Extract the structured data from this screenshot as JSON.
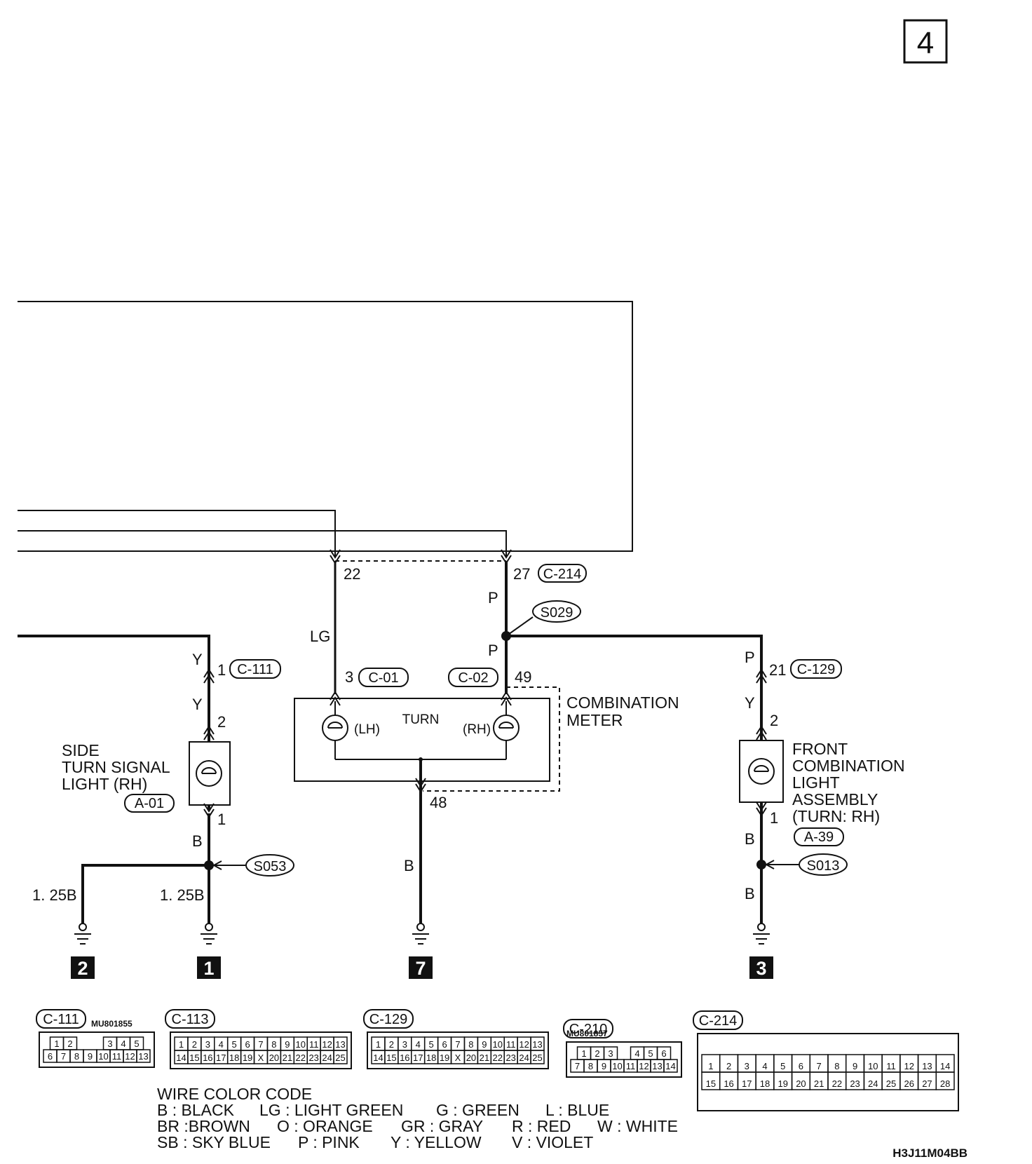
{
  "page_number": "4",
  "doc_code": "H3J11M04BB",
  "components": {
    "combination_meter": {
      "label": [
        "COMBINATION",
        "METER"
      ],
      "turn_label": "TURN",
      "lh": "(LH)",
      "rh": "(RH)"
    },
    "side_turn_signal": {
      "label": [
        "SIDE",
        "TURN SIGNAL",
        "LIGHT (RH)"
      ],
      "connector": "A-01"
    },
    "front_combination": {
      "label": [
        "FRONT",
        "COMBINATION",
        "LIGHT",
        "ASSEMBLY",
        "(TURN: RH)"
      ],
      "connector": "A-39"
    }
  },
  "connectors_inline": {
    "c214": "C-214",
    "c01": "C-01",
    "c02": "C-02",
    "c111": "C-111",
    "c129": "C-129"
  },
  "splices": {
    "s029": "S029",
    "s053": "S053",
    "s013": "S013"
  },
  "pins": {
    "p22": "22",
    "p27": "27",
    "p3": "3",
    "p49": "49",
    "p48": "48",
    "p1a": "1",
    "p2a": "2",
    "p1b": "1",
    "p21": "21",
    "p2c": "2",
    "p1c": "1"
  },
  "wire_colors": {
    "lg": "LG",
    "p_top": "P",
    "p_mid": "P",
    "b_meter": "B",
    "y_top": "Y",
    "y_mid": "Y",
    "b_side": "B",
    "w125_left": "1. 25B",
    "w125_right": "1. 25B",
    "p_front": "P",
    "y_front": "Y",
    "b_front_top": "B",
    "b_front_bottom": "B"
  },
  "grounds": {
    "g2": "2",
    "g1": "1",
    "g7": "7",
    "g3": "3"
  },
  "connector_views": [
    {
      "id": "C-111",
      "part": "MU801855",
      "rows": [
        [
          "1",
          "2",
          "",
          "",
          "3",
          "4",
          "5"
        ],
        [
          "6",
          "7",
          "8",
          "9",
          "10",
          "11",
          "12",
          "13"
        ]
      ]
    },
    {
      "id": "C-113",
      "part": "",
      "rows": [
        [
          "1",
          "2",
          "3",
          "4",
          "5",
          "6",
          "7",
          "8",
          "9",
          "10",
          "11",
          "12",
          "13"
        ],
        [
          "14",
          "15",
          "16",
          "17",
          "18",
          "19",
          "X",
          "20",
          "21",
          "22",
          "23",
          "24",
          "25"
        ]
      ]
    },
    {
      "id": "C-129",
      "part": "",
      "rows": [
        [
          "1",
          "2",
          "3",
          "4",
          "5",
          "6",
          "7",
          "8",
          "9",
          "10",
          "11",
          "12",
          "13"
        ],
        [
          "14",
          "15",
          "16",
          "17",
          "18",
          "19",
          "X",
          "20",
          "21",
          "22",
          "23",
          "24",
          "25"
        ]
      ]
    },
    {
      "id": "C-210",
      "part": "MU801857",
      "rows": [
        [
          "1",
          "2",
          "3",
          "",
          "4",
          "5",
          "6"
        ],
        [
          "7",
          "8",
          "9",
          "10",
          "11",
          "12",
          "13",
          "14"
        ]
      ]
    },
    {
      "id": "C-214",
      "part": "",
      "rows": [
        [
          "1",
          "2",
          "3",
          "4",
          "5",
          "6",
          "7",
          "8",
          "9",
          "10",
          "11",
          "12",
          "13",
          "14"
        ],
        [
          "15",
          "16",
          "17",
          "18",
          "19",
          "20",
          "21",
          "22",
          "23",
          "24",
          "25",
          "26",
          "27",
          "28"
        ]
      ]
    }
  ],
  "legend": {
    "title": "WIRE COLOR CODE",
    "lines": [
      [
        "B : BLACK",
        "LG : LIGHT GREEN",
        "G : GREEN",
        "L : BLUE"
      ],
      [
        "BR :BROWN",
        "O : ORANGE",
        "GR : GRAY",
        "R : RED",
        "W : WHITE"
      ],
      [
        "SB : SKY BLUE",
        "P : PINK",
        "Y : YELLOW",
        "V : VIOLET"
      ]
    ]
  }
}
